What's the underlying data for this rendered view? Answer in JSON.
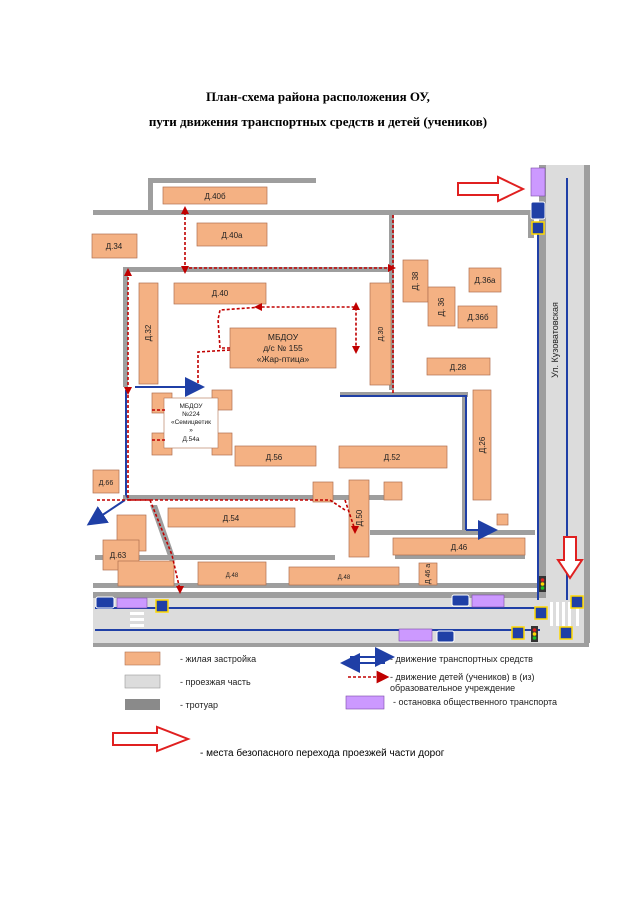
{
  "title": {
    "line1": "План-схема района расположения ОУ,",
    "line2": "пути движения транспортных средств и детей (учеников)"
  },
  "buildings": {
    "d40b": "Д.40б",
    "d34": "Д.34",
    "d40a": "Д.40а",
    "d38": "Д. 38",
    "d36a": "Д.36а",
    "d40": "Д.40",
    "d36": "Д. 36",
    "d36b": "Д.36б",
    "d32": "Д.32",
    "d30": "Д.30",
    "d28": "Д.28",
    "d26": "Д.26",
    "d56": "Д.56",
    "d52": "Д.52",
    "d66": "Д.66",
    "d50": "Д.50",
    "d54": "Д.54",
    "d46": "Д.46",
    "d63": "Д.63",
    "d48a": "Д.48",
    "d48b": "Д.48",
    "d46small": "Д 46 а"
  },
  "mbdou155": {
    "line1": "МБДОУ",
    "line2": "д/с № 155",
    "line3": "«Жар-птица»"
  },
  "mbdou224": {
    "line1": "МБДОУ",
    "line2": "№224",
    "line3": "«Семицветик",
    "line4": "»",
    "line5": "Д.54а"
  },
  "street": "Ул. Кузоватовская",
  "legend": {
    "residential": "- жилая застройка",
    "roadway": "- проезжая часть",
    "sidewalk": "- тротуар",
    "vehicles": "- движение транспортных средств",
    "children_line1": "- движение детей (учеников) в (из)",
    "children_line2": "образовательное учреждение",
    "bus_stop": "- остановка общественного транспорта",
    "safe_crossing": "- места безопасного перехода проезжей части дорог"
  },
  "colors": {
    "building": "#f4b183",
    "sidewalk": "#9e9e9e",
    "roadway": "#dcdcdc",
    "bus_stop": "#cc99ff",
    "vehicle_arrow": "#1f3fa6",
    "children_path": "#c00000",
    "safe_arrow": "#e02020"
  }
}
